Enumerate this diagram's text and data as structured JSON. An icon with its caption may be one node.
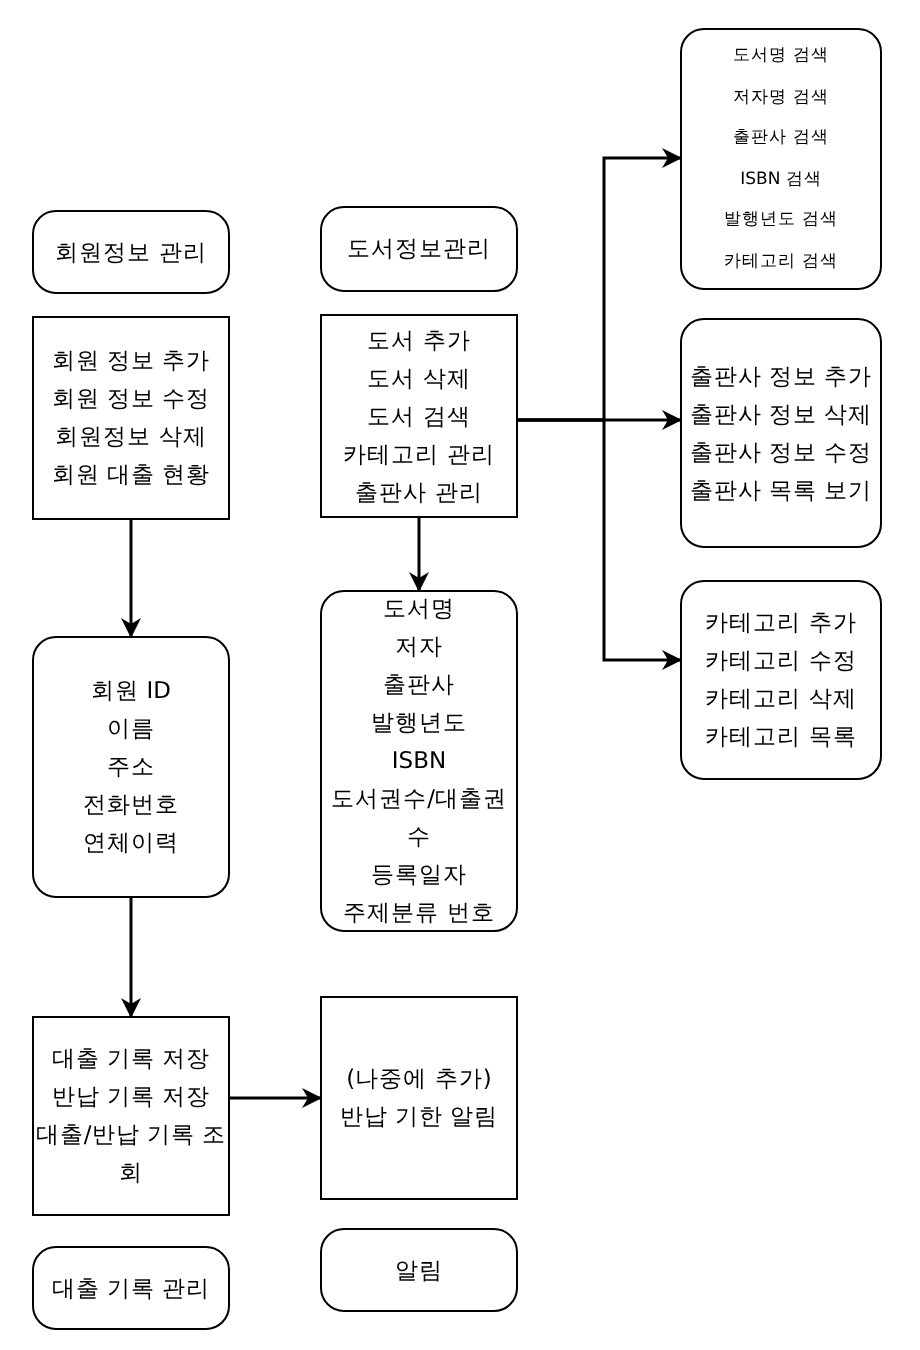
{
  "diagram": {
    "nodes": [
      {
        "text": [
          "회원정보 관리"
        ]
      },
      {
        "text": [
          "회원 정보 추가",
          "회원 정보 수정",
          "회원정보 삭제",
          "회원 대출 현황"
        ]
      },
      {
        "text": [
          "회원 ID",
          "이름",
          "주소",
          "전화번호",
          "연체이력"
        ]
      },
      {
        "text": [
          "대출 기록 저장",
          "반납 기록 저장",
          "대출/반납 기록 조회"
        ]
      },
      {
        "text": [
          "대출 기록 관리"
        ]
      },
      {
        "text": [
          "도서정보관리"
        ]
      },
      {
        "text": [
          "도서 추가",
          "도서 삭제",
          "도서 검색",
          "카테고리 관리",
          "출판사 관리"
        ]
      },
      {
        "text": [
          "도서명",
          "저자",
          "출판사",
          "발행년도",
          "ISBN",
          "도서권수/대출권수",
          "등록일자",
          "주제분류 번호"
        ]
      },
      {
        "text": [
          "(나중에 추가)",
          "반납 기한 알림"
        ]
      },
      {
        "text": [
          "알림"
        ]
      },
      {
        "text": [
          "도서명 검색",
          "저자명 검색",
          "출판사 검색",
          "ISBN 검색",
          "발행년도 검색",
          "카테고리 검색"
        ]
      },
      {
        "text": [
          "출판사 정보 추가",
          "출판사 정보 삭제",
          "출판사 정보 수정",
          "출판사 목록 보기"
        ]
      },
      {
        "text": [
          "카테고리 추가",
          "카테고리 수정",
          "카테고리 삭제",
          "카테고리 목록"
        ]
      }
    ],
    "edges": [
      {
        "from": 1,
        "to": 2,
        "arrow": "to"
      },
      {
        "from": 2,
        "to": 3,
        "arrow": "to"
      },
      {
        "from": 3,
        "to": 8,
        "arrow": "to"
      },
      {
        "from": 6,
        "to": 7,
        "arrow": "to"
      },
      {
        "from": 6,
        "to": 10,
        "arrow": "to"
      },
      {
        "from": 6,
        "to": 11,
        "arrow": "to"
      },
      {
        "from": 6,
        "to": 12,
        "arrow": "to"
      }
    ]
  }
}
